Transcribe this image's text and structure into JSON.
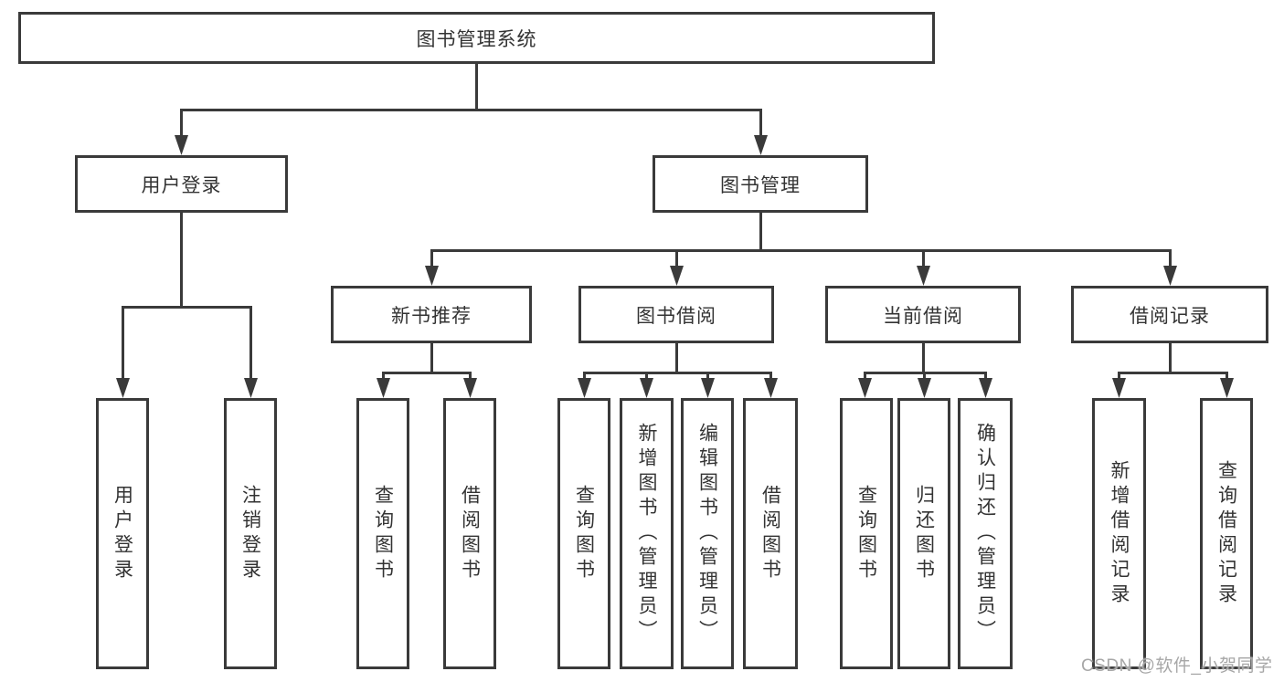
{
  "tree": {
    "label": "图书管理系统",
    "children": [
      {
        "label": "用户登录",
        "children": [
          {
            "label": "用户登录"
          },
          {
            "label": "注销登录"
          }
        ]
      },
      {
        "label": "图书管理",
        "children": [
          {
            "label": "新书推荐",
            "children": [
              {
                "label": "查询图书"
              },
              {
                "label": "借阅图书"
              }
            ]
          },
          {
            "label": "图书借阅",
            "children": [
              {
                "label": "查询图书"
              },
              {
                "label": "新增图书（管理员）"
              },
              {
                "label": "编辑图书（管理员）"
              },
              {
                "label": "借阅图书"
              }
            ]
          },
          {
            "label": "当前借阅",
            "children": [
              {
                "label": "查询图书"
              },
              {
                "label": "归还图书"
              },
              {
                "label": "确认归还（管理员）"
              }
            ]
          },
          {
            "label": "借阅记录",
            "children": [
              {
                "label": "新增借阅记录"
              },
              {
                "label": "查询借阅记录"
              }
            ]
          }
        ]
      }
    ]
  },
  "watermark": {
    "text": "CSDN @软件_小贺同学"
  },
  "colors": {
    "line": "#3a3a3a",
    "box_border": "#3a3a3a",
    "box_fill": "#ffffff",
    "text": "#333333",
    "watermark": "#a7a7a7",
    "background": "#ffffff"
  }
}
